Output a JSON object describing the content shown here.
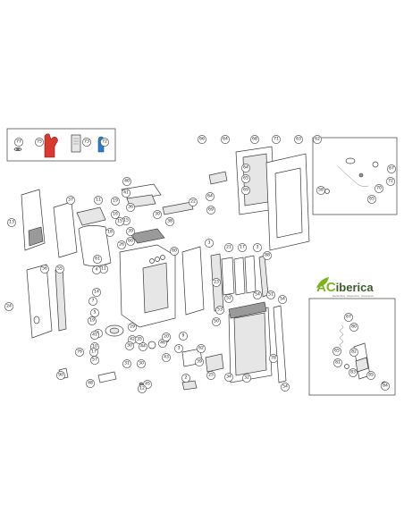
{
  "brand": {
    "prefix": "AC",
    "suffix": "iberica",
    "tagline": "Recambios · Repuestos · Accesorios",
    "accent": "#7ab51d",
    "dark": "#3a5a2a"
  },
  "colors": {
    "glove": "#d9392e",
    "spray": "#2a7fc9",
    "outline": "#3a3a3a"
  },
  "callouts": [
    "77",
    "75",
    "73",
    "72",
    "66",
    "64",
    "68",
    "71",
    "63",
    "62",
    "64",
    "65",
    "69",
    "64",
    "69",
    "67",
    "70",
    "65",
    "72",
    "58",
    "40",
    "41",
    "36",
    "15",
    "19",
    "16",
    "15",
    "22",
    "39",
    "18",
    "30",
    "38",
    "60",
    "13",
    "60",
    "3",
    "21",
    "17",
    "3",
    "37",
    "11",
    "11",
    "26",
    "61",
    "88",
    "56",
    "55",
    "4",
    "24",
    "54",
    "23",
    "7",
    "52",
    "51",
    "54",
    "5",
    "53",
    "19",
    "50",
    "1",
    "14",
    "29",
    "42",
    "46",
    "35",
    "10",
    "41",
    "17",
    "57",
    "76",
    "20",
    "9",
    "30",
    "31",
    "43",
    "30",
    "44",
    "3",
    "62",
    "39",
    "90",
    "45",
    "48",
    "12",
    "2",
    "25",
    "34",
    "32",
    "78",
    "54",
    "67",
    "80",
    "65",
    "82",
    "83",
    "81",
    "85",
    "84"
  ]
}
